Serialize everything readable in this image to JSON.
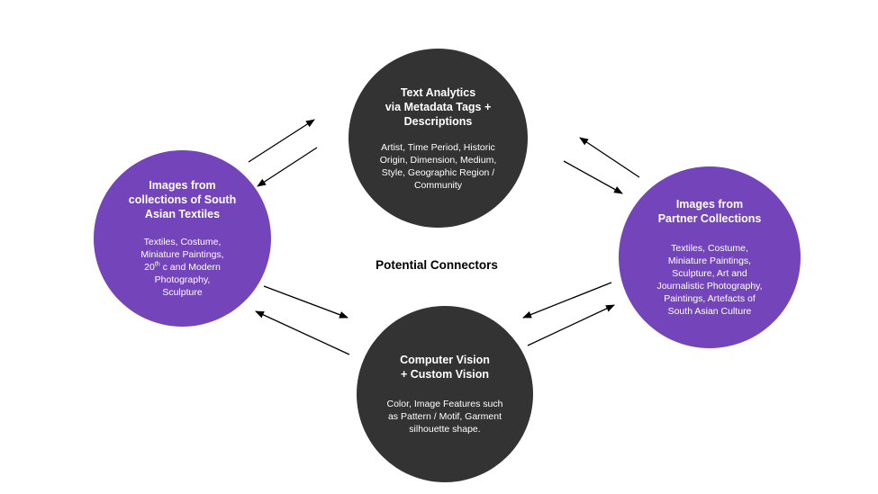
{
  "nodes": {
    "text_analytics": {
      "title_lines": [
        "Text Analytics",
        "via Metadata Tags +",
        "Descriptions"
      ],
      "body_lines": [
        "Artist, Time Period, Historic",
        "Origin, Dimension, Medium,",
        "Style, Geographic Region /",
        "Community"
      ]
    },
    "computer_vision": {
      "title_lines": [
        "Computer Vision",
        "+ Custom Vision"
      ],
      "body_lines": [
        "Color, Image Features such",
        "as Pattern / Motif, Garment",
        "silhouette shape."
      ]
    },
    "south_asian_textiles": {
      "title_lines": [
        "Images from",
        "collections of South",
        "Asian Textiles"
      ],
      "body_lines": [
        "Textiles, Costume,",
        "Miniature Paintings,",
        "Photography,",
        "Sculpture"
      ],
      "century_prefix": "20",
      "century_sup": "th",
      "century_suffix": " c and Modern"
    },
    "partner_collections": {
      "title_lines": [
        "Images from",
        "Partner Collections"
      ],
      "body_lines": [
        "Textiles, Costume,",
        "Miniature Paintings,",
        "Sculpture, Art and",
        "Journalistic Photography,",
        "Paintings, Artefacts of",
        "South Asian Culture"
      ]
    }
  },
  "center_label": "Potential Connectors",
  "colors": {
    "dark_circle": "#333333",
    "purple_circle": "#7445ba",
    "text_on_circle": "#ffffff",
    "arrow": "#000000"
  }
}
